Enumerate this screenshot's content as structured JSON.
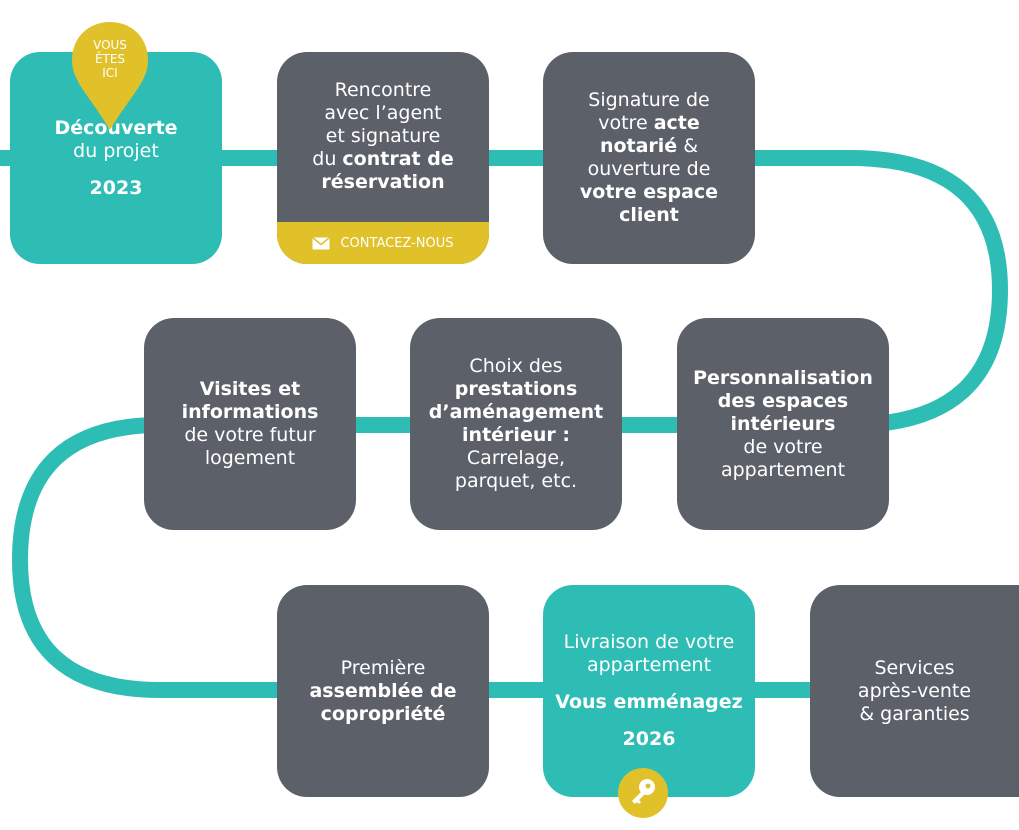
{
  "colors": {
    "teal": "#2ebdb4",
    "gray": "#5c6069",
    "yellow": "#e1c12a"
  },
  "pin": {
    "lines": [
      "VOUS",
      "ÊTES",
      "ICI"
    ]
  },
  "steps": [
    {
      "lines": [
        {
          "b": "Découverte"
        },
        {
          "t": "du projet"
        }
      ],
      "year": "2023"
    },
    {
      "lines": [
        {
          "t": "Rencontre"
        },
        {
          "t": "avec l’agent"
        },
        {
          "t": "et signature"
        },
        {
          "t": "du ",
          "b": "contrat de"
        },
        {
          "b": "réservation"
        }
      ],
      "contact": "CONTACEZ-NOUS"
    },
    {
      "lines": [
        {
          "t": "Signature de"
        },
        {
          "t": "votre ",
          "b": "acte"
        },
        {
          "b": "notarié",
          "t2": " &"
        },
        {
          "t": "ouverture de"
        },
        {
          "b": "votre espace"
        },
        {
          "b": "client"
        }
      ]
    },
    {
      "lines": [
        {
          "b": "Visites et"
        },
        {
          "b": "informations"
        },
        {
          "t": "de votre futur"
        },
        {
          "t": "logement"
        }
      ]
    },
    {
      "lines": [
        {
          "t": "Choix des"
        },
        {
          "b": "prestations"
        },
        {
          "b": "d’aménagement"
        },
        {
          "b": "intérieur :"
        },
        {
          "t": "Carrelage,"
        },
        {
          "t": "parquet, etc."
        }
      ]
    },
    {
      "lines": [
        {
          "b": "Personnalisation"
        },
        {
          "b": "des espaces"
        },
        {
          "b": "intérieurs"
        },
        {
          "t": "de votre"
        },
        {
          "t": "appartement"
        }
      ]
    },
    {
      "lines": [
        {
          "t": "Première"
        },
        {
          "b": "assemblée de"
        },
        {
          "b": "copropriété"
        }
      ]
    },
    {
      "lines": [
        {
          "t": "Livraison de votre"
        },
        {
          "t": "appartement"
        }
      ],
      "subtitle": "Vous emménagez",
      "year": "2026"
    },
    {
      "lines": [
        {
          "t": "Services"
        },
        {
          "t": "après-vente"
        },
        {
          "t": "& garanties"
        }
      ]
    }
  ]
}
